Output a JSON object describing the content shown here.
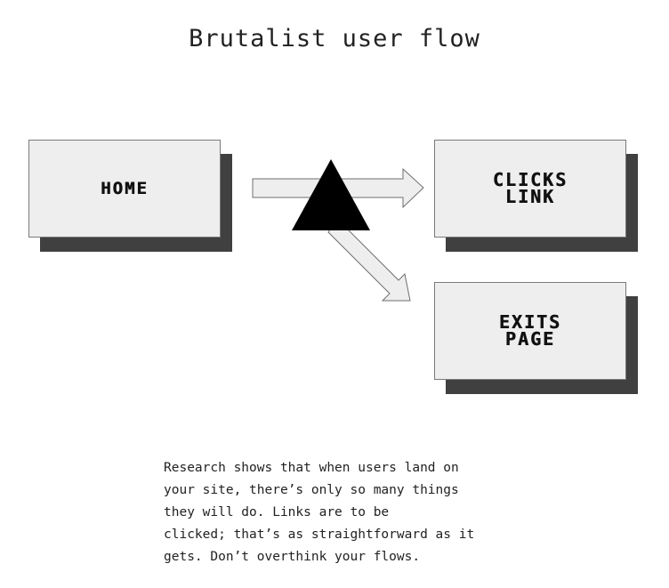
{
  "title": "Brutalist user flow",
  "nodes": {
    "home": "HOME",
    "clicks_link": "CLICKS\nLINK",
    "exits_page": "EXITS\nPAGE"
  },
  "edges": [
    {
      "from": "HOME",
      "to": "CLICKS LINK"
    },
    {
      "from": "HOME",
      "to": "EXITS PAGE"
    }
  ],
  "colors": {
    "card_face": "#eeeeee",
    "card_shadow": "#404040",
    "arrow_fill": "#eeeeee",
    "decision_triangle": "#000000",
    "text": "#222222"
  },
  "icons": {
    "decision": "triangle-icon"
  },
  "body_text": {
    "line1": "Research shows that when users land on",
    "line2": "your site, there’s only so many things",
    "line3": "they will do. Links are to be",
    "line4": "clicked; that’s as straightforward as it",
    "line5": "gets. Don’t overthink your flows."
  }
}
